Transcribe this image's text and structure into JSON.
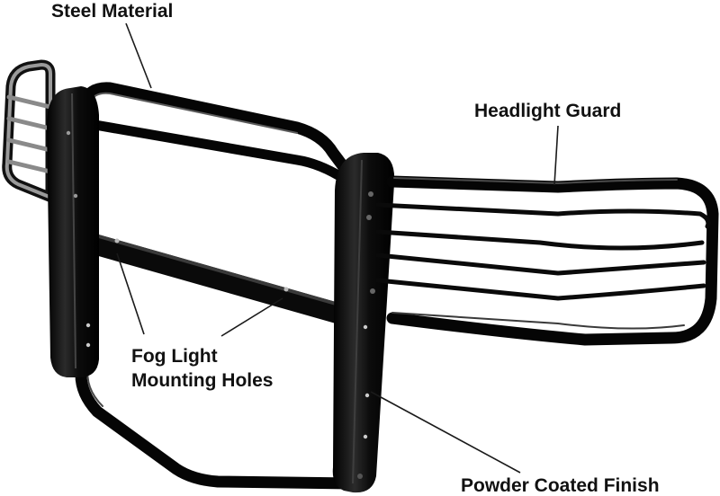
{
  "image": {
    "subject": "black tubular steel grille guard with headlight guard wings",
    "colors": {
      "background": "#ffffff",
      "tube": "#0a0a0a",
      "tube_highlight": "#5a5a5a",
      "chrome_tube": "#9a9a9a",
      "label_text": "#111111",
      "leader_line": "#1a1a1a"
    }
  },
  "callouts": {
    "steel_material": "Steel Material",
    "headlight_guard": "Headlight Guard",
    "fog_light_line1": "Fog Light",
    "fog_light_line2": "Mounting Holes",
    "powder_coated": "Powder Coated Finish"
  }
}
